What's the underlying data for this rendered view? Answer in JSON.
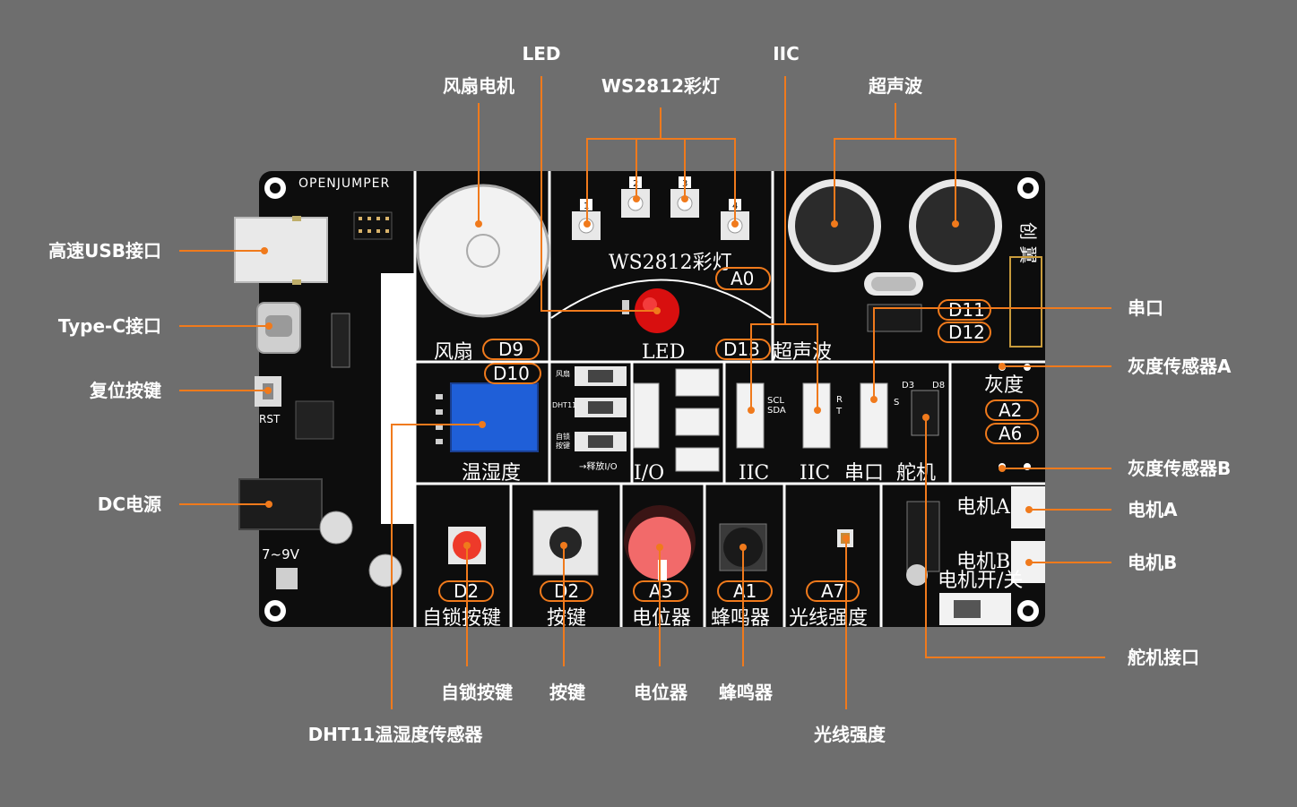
{
  "colors": {
    "background": "#6e6e6e",
    "board": "#0d0d0d",
    "leader": "#f07a1c",
    "silk": "#ffffff",
    "tag_border": "#f07a1c"
  },
  "callouts": {
    "led": "LED",
    "fan_motor": "风扇电机",
    "ws2812": "WS2812彩灯",
    "iic": "IIC",
    "ultrasonic": "超声波",
    "usb": "高速USB接口",
    "typec": "Type-C接口",
    "reset": "复位按键",
    "dc_power": "DC电源",
    "serial": "串口",
    "gray_a": "灰度传感器A",
    "gray_b": "灰度传感器B",
    "motor_a": "电机A",
    "motor_b": "电机B",
    "servo_port": "舵机接口",
    "self_lock": "自锁按键",
    "button": "按键",
    "potentiometer": "电位器",
    "buzzer": "蜂鸣器",
    "light": "光线强度",
    "dht11": "DHT11温湿度传感器"
  },
  "board": {
    "brand": "OPENJUMPER",
    "vertical_brand": "创 翼",
    "rst": "RST",
    "voltage": "7~9V",
    "silk": {
      "fan": "风扇",
      "led": "LED",
      "ws2812": "WS2812彩灯",
      "ultrasonic": "超声波",
      "temp_hum": "温湿度",
      "io": "I/O",
      "iic1": "IIC",
      "iic2": "IIC",
      "serial": "串口",
      "servo": "舵机",
      "gray": "灰度",
      "self_lock": "自锁按键",
      "button": "按键",
      "pot": "电位器",
      "buzzer": "蜂鸣器",
      "light": "光线强度",
      "motor_a": "电机A",
      "motor_b": "电机B",
      "motor_switch": "电机开/关"
    },
    "tags": {
      "d9": "D9",
      "d10": "D10",
      "a0": "A0",
      "d13": "D13",
      "d11": "D11",
      "d12": "D12",
      "a2": "A2",
      "a6": "A6",
      "d2a": "D2",
      "d2b": "D2",
      "a3": "A3",
      "a1": "A1",
      "a7": "A7"
    },
    "ws_numbers": [
      "1",
      "2",
      "3",
      "4"
    ],
    "switch_labels": {
      "fan": "风扇",
      "dht": "DHT11",
      "self": "自锁",
      "key": "按键",
      "release": "→释放I/O"
    },
    "pin_labels": {
      "scl": "SCL",
      "sda": "SDA",
      "r": "R",
      "t": "T",
      "s": "S",
      "d3": "D3",
      "d8": "D8"
    }
  }
}
